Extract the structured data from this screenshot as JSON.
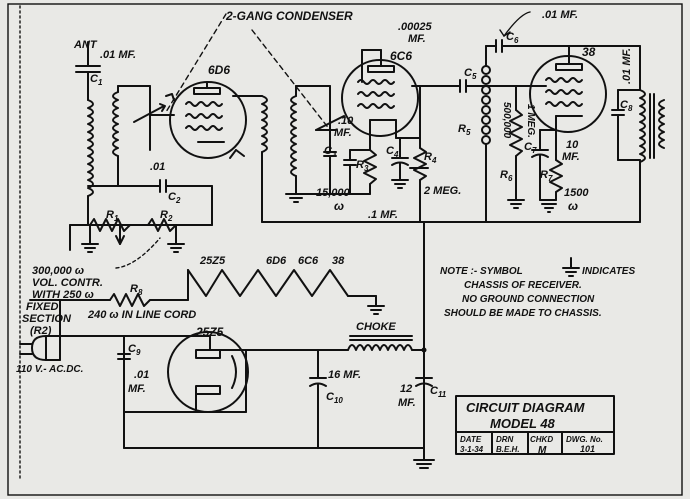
{
  "labels": {
    "ant": "ANT",
    "c1_val": ".01 MF.",
    "c1": "C",
    "c1_sub": "1",
    "gang": "2-GANG CONDENSER",
    "tube_6d6": "6D6",
    "tube_6c6": "6C6",
    "tube_38": "38",
    "tube_25z5": "25Z5",
    "c5_val": ".00025",
    "c5_unit": "MF.",
    "c5": "C",
    "c5_sub": "5",
    "c6_val": ".01 MF.",
    "c6": "C",
    "c6_sub": "6",
    "c8_val": ".01 MF.",
    "c8": "C",
    "c8_sub": "8",
    "c2_val": ".01",
    "c2": "C",
    "c2_sub": "2",
    "c3_val": ".10",
    "c3_unit": "MF.",
    "c3": "C",
    "c3_sub": "3",
    "r3": "R",
    "r3_sub": "3",
    "c4": "C",
    "c4_sub": "4",
    "r4": "R",
    "r4_sub": "4",
    "r4_val": "2 MEG.",
    "r3_val": "15,000",
    "r3_unit": "ω",
    "c4_val": ".1 MF.",
    "r5": "R",
    "r5_sub": "5",
    "r5_val": "500,000",
    "r6": "R",
    "r6_sub": "6",
    "r6_val": "1 MEG.",
    "c7": "C",
    "c7_sub": "7",
    "c7_val": "10",
    "c7_unit": "MF.",
    "r7": "R",
    "r7_sub": "7",
    "r7_val": "1500",
    "r7_unit": "ω",
    "r1": "R",
    "r1_sub": "1",
    "r2": "R",
    "r2_sub": "2",
    "vol_line1": "300,000 ω",
    "vol_line2": "VOL. CONTR.",
    "vol_line3": "WITH 250 ω",
    "vol_line4": "FIXED",
    "vol_line5": "SECTION",
    "vol_line6": "(R2)",
    "r8": "R",
    "r8_sub": "8",
    "line_cord": "240 ω IN LINE CORD",
    "heater_string": [
      "25Z5",
      "6D6",
      "6C6",
      "38"
    ],
    "power": "110 V.- AC.DC.",
    "c9": "C",
    "c9_sub": "9",
    "c9_val": ".01",
    "c9_unit": "MF.",
    "choke": "CHOKE",
    "c10": "C",
    "c10_sub": "10",
    "c10_val": "16 MF.",
    "c11": "C",
    "c11_sub": "11",
    "c11_val": "12",
    "c11_unit": "MF.",
    "note_line1": "NOTE :-  SYMBOL",
    "note_line1b": "INDICATES",
    "note_line2": "CHASSIS OF RECEIVER.",
    "note_line3": "NO GROUND CONNECTION",
    "note_line4": "SHOULD BE MADE TO CHASSIS."
  },
  "title_block": {
    "title": "CIRCUIT DIAGRAM",
    "model": "MODEL 48",
    "headers": [
      "DATE",
      "DRN",
      "CHKD",
      "DWG. No."
    ],
    "values": [
      "3-1-34",
      "B.E.H.",
      "M",
      "101"
    ]
  }
}
